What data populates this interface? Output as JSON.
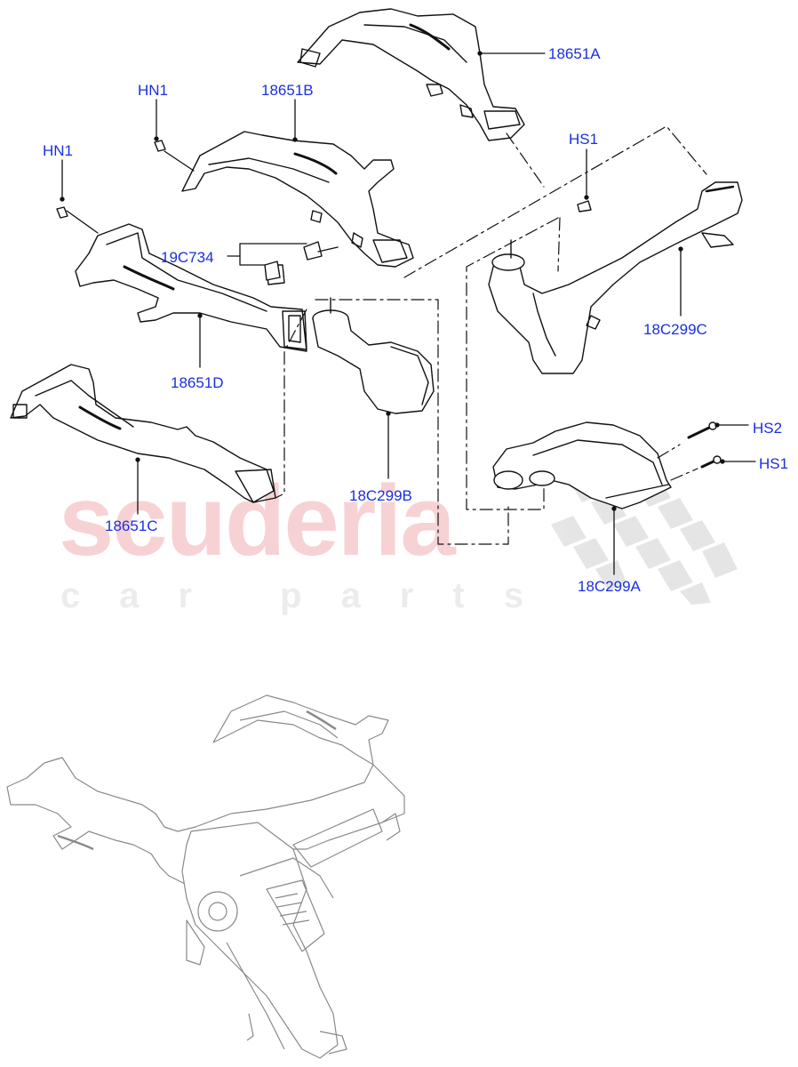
{
  "watermark": {
    "brand": "scuderia",
    "tagline": "car parts",
    "brand_color": "#f7d2d4",
    "tagline_color": "#ececee"
  },
  "label_color": "#1a2fe0",
  "callouts": [
    {
      "id": "18651A",
      "text": "18651A",
      "description": "upper right air duct"
    },
    {
      "id": "18651B",
      "text": "18651B",
      "description": "upper left air duct"
    },
    {
      "id": "HN1_a",
      "text": "HN1",
      "description": "clip on 18651B"
    },
    {
      "id": "HN1_b",
      "text": "HN1",
      "description": "clip on 18651D"
    },
    {
      "id": "19C734",
      "text": "19C734",
      "description": "duct brackets"
    },
    {
      "id": "18651D",
      "text": "18651D",
      "description": "left face-level duct"
    },
    {
      "id": "18651C",
      "text": "18651C",
      "description": "lower left duct"
    },
    {
      "id": "HS1_a",
      "text": "HS1",
      "description": "screw on 18C299C"
    },
    {
      "id": "18C299C",
      "text": "18C299C",
      "description": "right centre duct"
    },
    {
      "id": "18C299B",
      "text": "18C299B",
      "description": "left centre duct elbow"
    },
    {
      "id": "HS2",
      "text": "HS2",
      "description": "screw on 18C299A"
    },
    {
      "id": "HS1_b",
      "text": "HS1",
      "description": "screw on 18C299A"
    },
    {
      "id": "18C299A",
      "text": "18C299A",
      "description": "centre distribution duct"
    }
  ],
  "assembly_view": {
    "description": "assembled ducts with heater unit (grey reference)"
  }
}
